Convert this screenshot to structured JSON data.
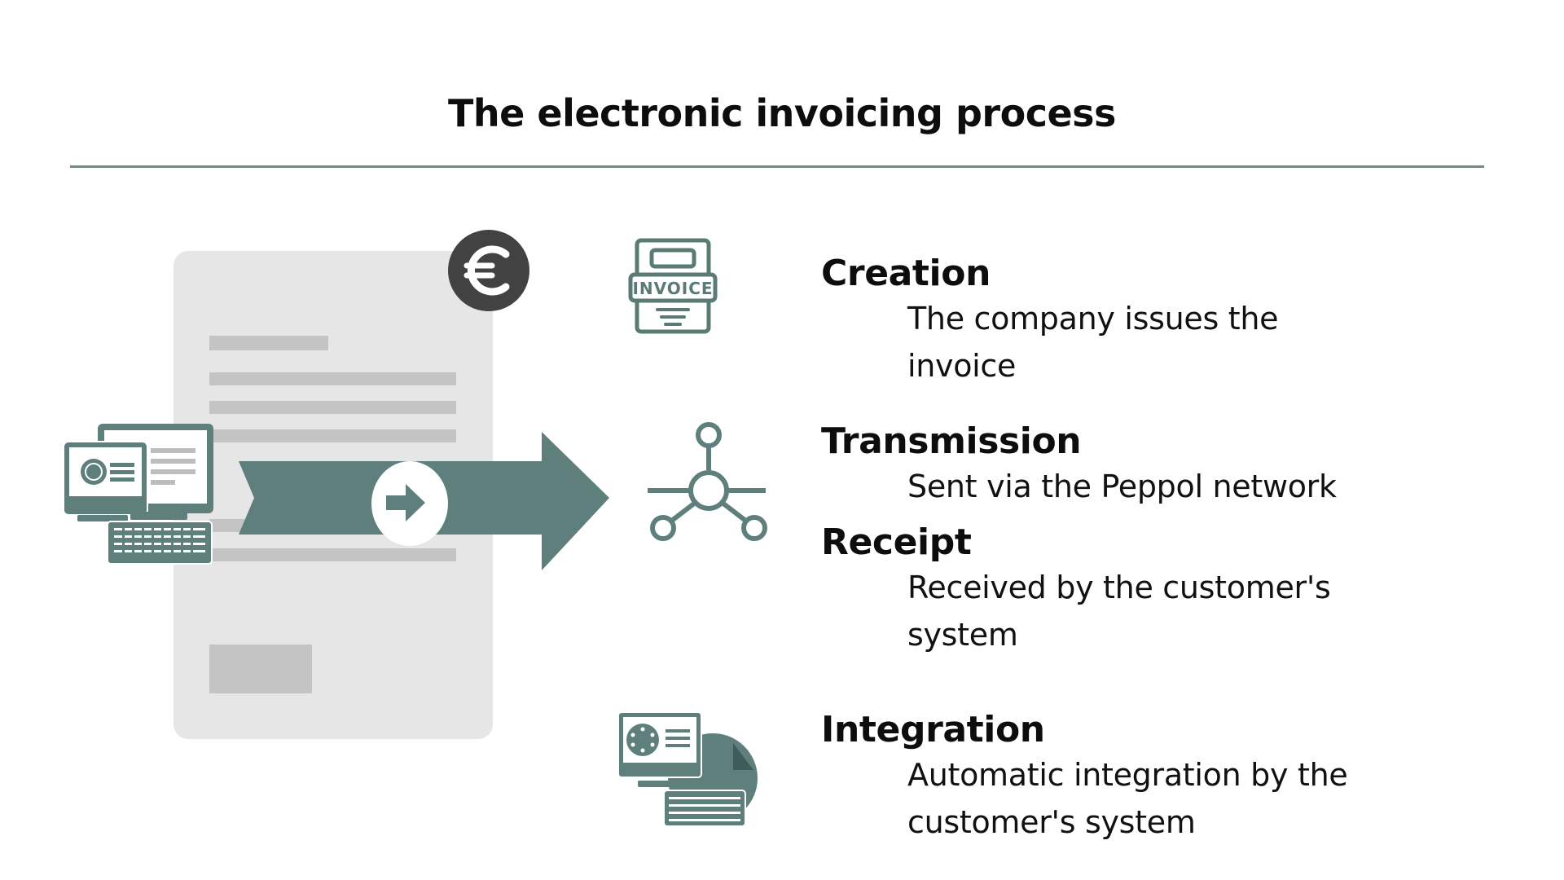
{
  "header": {
    "title": "The electronic invoicing process"
  },
  "illustration": {
    "document_icon": "document-icon",
    "currency_icon": "euro-icon",
    "currency_symbol": "€",
    "workstation_icon": "computer-keyboard-icon",
    "flow_arrow_icon": "arrow-right-icon"
  },
  "colors": {
    "accent": "#5f7f7d",
    "document_bg": "#e6e6e6",
    "document_lines": "#c4c4c4",
    "euro_badge": "#424242",
    "divider": "#6c8e8b"
  },
  "steps": [
    {
      "icon": "invoice-icon",
      "icon_text": "INVOICE",
      "title": "Creation",
      "description": "The company issues the invoice"
    },
    {
      "icon": "network-icon",
      "title": "Transmission",
      "description": "Sent via the Peppol network"
    },
    {
      "title": "Receipt",
      "description": "Received by the customer's system"
    },
    {
      "icon": "computer-integration-icon",
      "title": "Integration",
      "description": "Automatic integration by the customer's system"
    }
  ]
}
